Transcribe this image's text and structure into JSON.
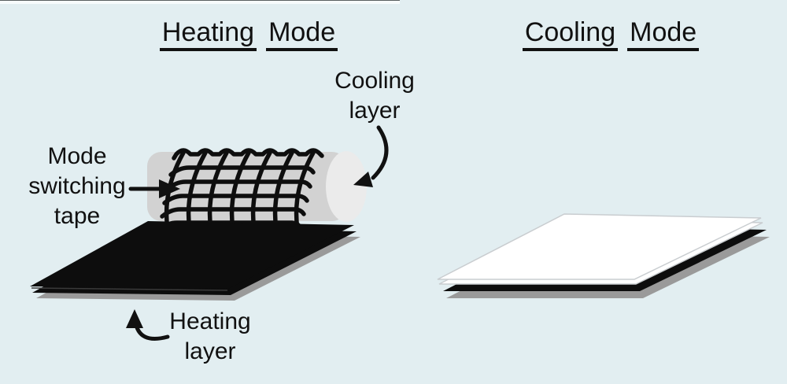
{
  "figure": {
    "background_color": "#e2eef1",
    "panels": [
      {
        "id": "heating",
        "title": "Heating Mode",
        "title_words": [
          "Heating",
          "Mode"
        ],
        "labels": [
          {
            "id": "cooling-layer",
            "text": "Cooling\nlayer"
          },
          {
            "id": "mode-switching-tape",
            "text": "Mode\nswitching\ntape"
          },
          {
            "id": "heating-layer",
            "text": "Heating\nlayer"
          }
        ]
      },
      {
        "id": "cooling",
        "title": "Cooling Mode",
        "title_words": [
          "Cooling",
          "Mode"
        ]
      }
    ],
    "icons": [
      "right-arrow-icon",
      "curved-arrow-down-left-icon",
      "curved-arrow-up-icon"
    ],
    "colors": {
      "text": "#111111",
      "background": "#e2eef1",
      "cylinder_body": "#d2d2d2",
      "cylinder_end_face": "#ebebeb",
      "mesh_black": "#0e0e0e",
      "heating_layer_black": "#0d0d0d",
      "substrate_gray": "#9a9a9a",
      "cooling_layer_white": "#ffffff",
      "white_sheet_outline": "#c9cdd0",
      "arrow_black": "#111111"
    }
  }
}
